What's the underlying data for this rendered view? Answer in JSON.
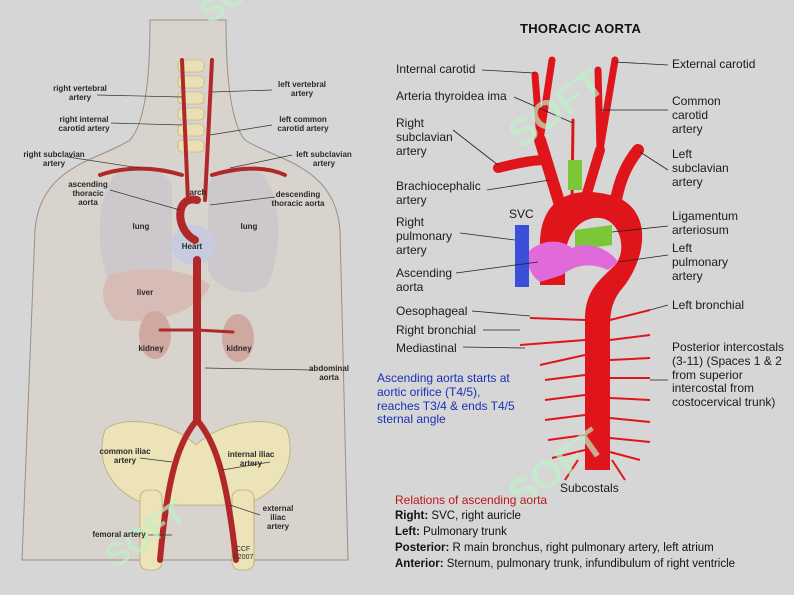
{
  "title": "THORACIC AORTA",
  "left_labels": {
    "right_vertebral": "right vertebral artery",
    "left_vertebral": "left vertebral artery",
    "right_internal_carotid": "right internal carotid artery",
    "left_common_carotid": "left common carotid artery",
    "right_subclavian": "right subclavian artery",
    "left_subclavian": "left subclavian artery",
    "ascending_thoracic": "ascending thoracic aorta",
    "arch": "arch",
    "descending_thoracic": "descending thoracic aorta",
    "lung_left": "lung",
    "lung_right": "lung",
    "heart": "Heart",
    "liver": "liver",
    "kidney_left": "kidney",
    "kidney_right": "kidney",
    "abdominal_aorta": "abdominal aorta",
    "common_iliac": "common iliac artery",
    "internal_iliac": "internal iliac artery",
    "external_iliac": "external iliac artery",
    "femoral": "femoral artery",
    "credit": "CCF ©2007"
  },
  "right_labels": {
    "internal_carotid": "Internal carotid",
    "external_carotid": "External carotid",
    "thyroidea_ima": "Arteria thyroidea ima",
    "common_carotid": "Common carotid artery",
    "right_subclavian": "Right subclavian artery",
    "left_subclavian": "Left subclavian artery",
    "brachiocephalic": "Brachiocephalic artery",
    "svc": "SVC",
    "ligamentum": "Ligamentum arteriosum",
    "right_pulmonary": "Right pulmonary artery",
    "left_pulmonary": "Left pulmonary artery",
    "ascending_aorta": "Ascending aorta",
    "oesophageal": "Oesophageal",
    "left_bronchial": "Left bronchial",
    "right_bronchial": "Right bronchial",
    "mediastinal": "Mediastinal",
    "posterior_intercostals": "Posterior intercostals (3-11) (Spaces 1 & 2 from superior intercostal from costocervical trunk)",
    "subcostals": "Subcostals"
  },
  "note": "Ascending aorta starts at aortic orifice (T4/5), reaches T3/4 & ends T4/5 sternal angle",
  "relations": {
    "heading": "Relations of ascending aorta",
    "items": [
      {
        "key": "Right:",
        "value": "SVC, right auricle"
      },
      {
        "key": "Left:",
        "value": "Pulmonary trunk"
      },
      {
        "key": "Posterior:",
        "value": "R main bronchus, right pulmonary artery, left atrium"
      },
      {
        "key": "Anterior:",
        "value": "Sternum, pulmonary trunk, infundibulum of right ventricle"
      }
    ]
  },
  "watermark": "SOFT",
  "colors": {
    "artery": "#e0151b",
    "vein": "#3b4fd8",
    "pulmonary": "#e06ad9",
    "ligament": "#7cc63a",
    "body": "#d9d3c8",
    "background": "#d6d6d6",
    "watermark": "#bff0c8"
  }
}
